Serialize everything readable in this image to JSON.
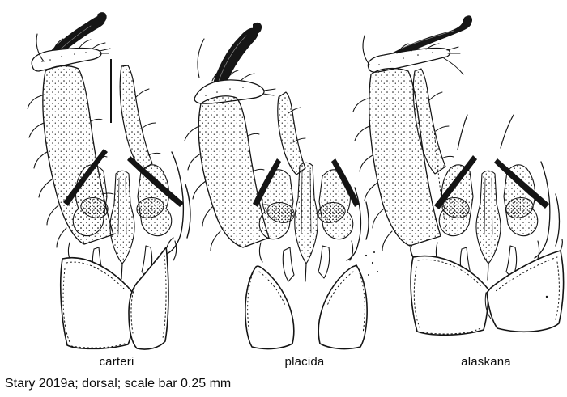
{
  "figure": {
    "type": "scientific-line-illustration",
    "subject": "male terminalia, dorsal view, three species",
    "species_labels": [
      {
        "label": "carteri"
      },
      {
        "label": "placida"
      },
      {
        "label": "alaskana"
      }
    ],
    "caption": "Stary 2019a; dorsal; scale bar 0.25 mm",
    "source": "Stary 2019a",
    "view": "dorsal",
    "scale_bar": {
      "length": "0.25 mm"
    },
    "colors": {
      "ink": "#141414",
      "background": "#ffffff"
    }
  }
}
